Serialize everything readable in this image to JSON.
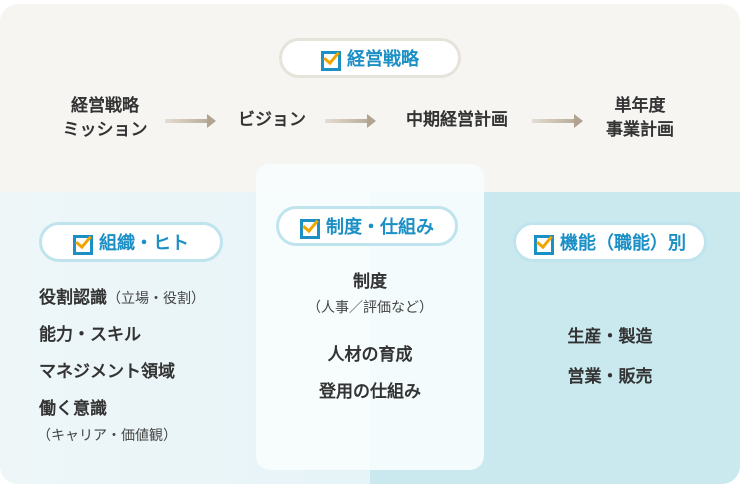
{
  "strategy": {
    "title": "経営戦略",
    "flow": [
      {
        "line1": "経営戦略",
        "line2": "ミッション"
      },
      {
        "line1": "ビジョン"
      },
      {
        "line1": "中期経営計画"
      },
      {
        "line1": "単年度",
        "line2": "事業計画"
      }
    ]
  },
  "organization": {
    "title": "組織・ヒト",
    "items": [
      {
        "main": "役割認識",
        "sub": "（立場・役割）"
      },
      {
        "main": "能力・スキル"
      },
      {
        "main": "マネジメント領域"
      },
      {
        "main": "働く意識",
        "sub": "（キャリア・価値観）"
      }
    ]
  },
  "system": {
    "title": "制度・仕組み",
    "items": [
      {
        "main": "制度",
        "sub": "（人事／評価など）"
      },
      {
        "main": "人材の育成"
      },
      {
        "main": "登用の仕組み"
      }
    ]
  },
  "function": {
    "title": "機能（職能）別",
    "items": [
      "生産・製造",
      "営業・販売"
    ]
  }
}
